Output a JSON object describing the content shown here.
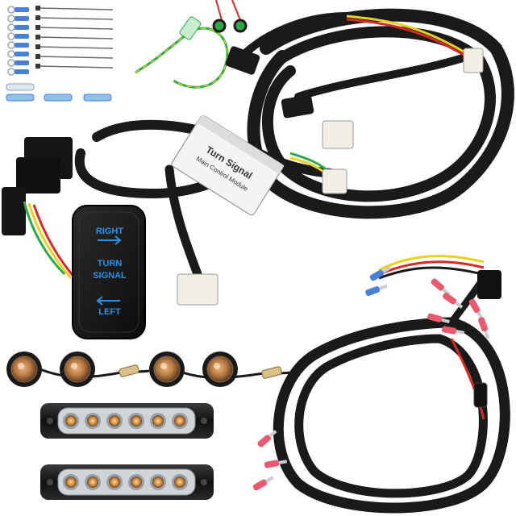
{
  "switch": {
    "right_label": "RIGHT",
    "turn_label": "TURN",
    "signal_label": "SIGNAL",
    "left_label": "LEFT",
    "accent_color": "#2f8fe0"
  },
  "module": {
    "title": "Turn Signal",
    "subtitle": "Main Control Module"
  },
  "colors": {
    "harness": "#1a1a1a",
    "led_amber": "#d08a3a",
    "wire_red": "#d62a2a",
    "wire_yellow": "#e8d21c",
    "wire_green": "#2fa84a",
    "wire_blue": "#3a6fd8",
    "terminal_blue": "#4a7fd8",
    "terminal_red": "#e85a70"
  },
  "items": {
    "ring_terminals": 8,
    "round_lights": 4,
    "light_bars": 2,
    "leds_per_bar": 6,
    "zip_ties": 7
  }
}
